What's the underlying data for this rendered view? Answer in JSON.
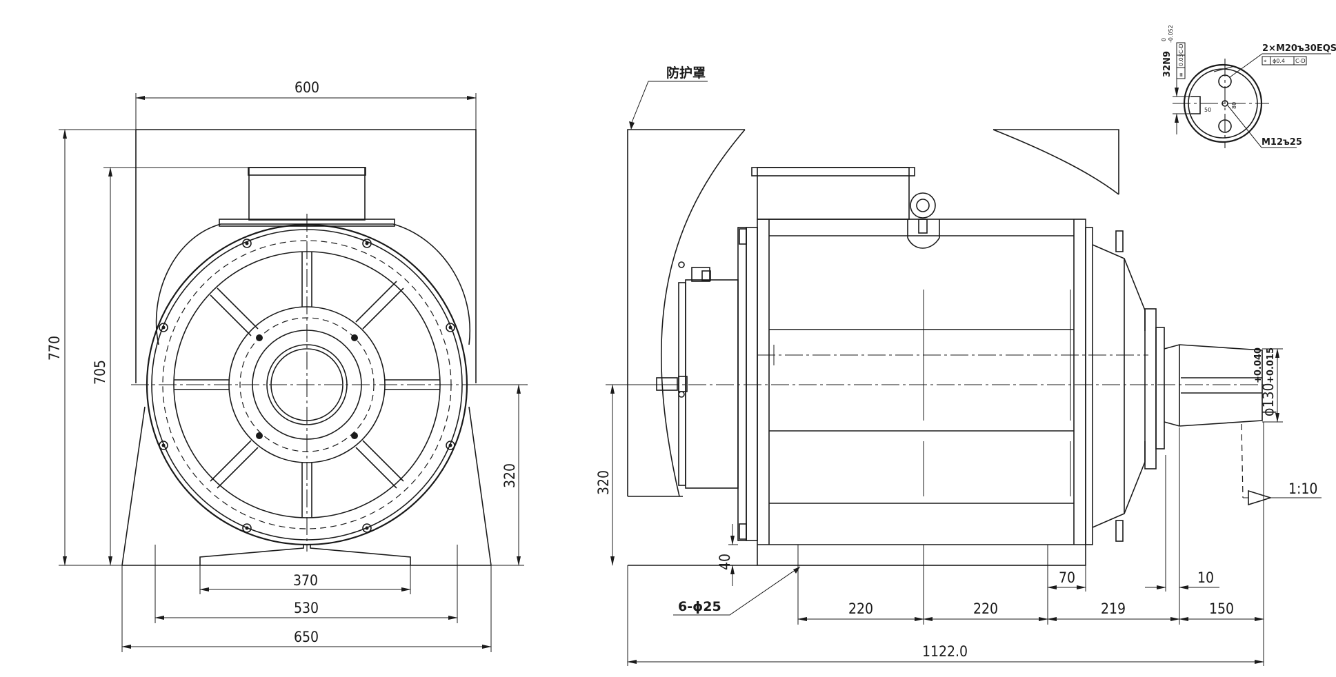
{
  "front_view": {
    "dim_width_top": "600",
    "dim_height_total": "770",
    "dim_height_frame": "705",
    "dim_axis_height": "320",
    "dim_foot_width": "370",
    "dim_bolt_spacing": "530",
    "dim_base_width": "650"
  },
  "side_view": {
    "label_guard": "防护罩",
    "dim_axis_height": "320",
    "dim_foot_thickness": "40",
    "label_holes": "6-ϕ25",
    "dim_span_1": "220",
    "dim_span_2": "220",
    "dim_span_3": "219",
    "dim_foot_step": "70",
    "dim_shoulder": "10",
    "dim_shaft_length": "150",
    "dim_overall_length": "1122.0",
    "dim_shaft_dia_main": "ϕ130",
    "dim_shaft_dia_upper_tol": "+0.040",
    "dim_shaft_dia_lower_tol": "+0.015",
    "label_taper": "1:10"
  },
  "shaft_end_view": {
    "keyway_main": "32N9",
    "keyway_tol_upper": "0",
    "keyway_tol_lower": "-0.052",
    "keyway_frame_a": "≡",
    "keyway_frame_b": "0.03",
    "keyway_frame_c": "C-D",
    "thread_holes": "2×M20ъ30EQS",
    "position_frame_a": "⌖",
    "position_frame_b": "ϕ0.4",
    "position_frame_c": "C-D",
    "center_hole": "M12ъ25",
    "dim_horizontal": "50",
    "dim_vertical": "80"
  }
}
